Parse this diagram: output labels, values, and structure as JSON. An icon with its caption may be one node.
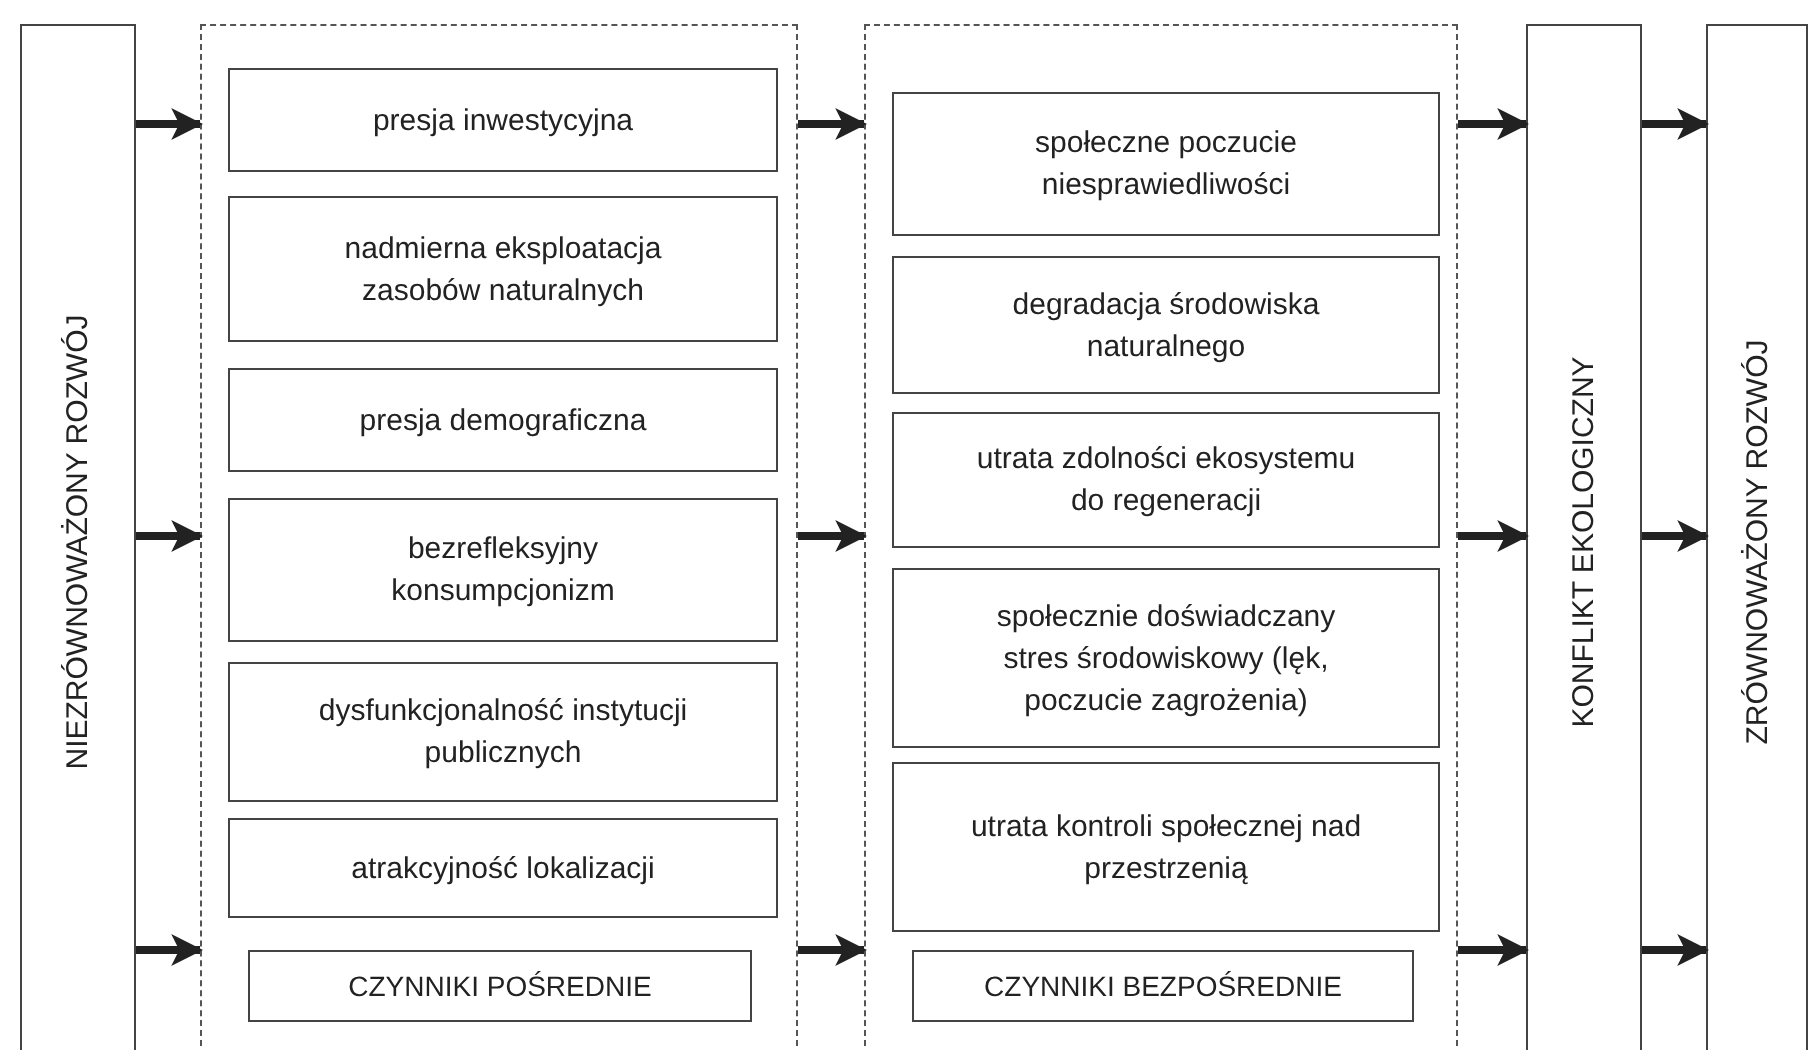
{
  "diagram": {
    "nodes": [
      {
        "text": [
          "NIEZRÓWNOWAŻONY ROZWÓJ"
        ]
      },
      {
        "text": [],
        "shape": "box"
      },
      {
        "text": [
          "presja inwestycyjna"
        ],
        "in": 1
      },
      {
        "text": [
          "nadmierna eksploatacja zasobów naturalnych"
        ],
        "in": 1
      },
      {
        "text": [
          "presja demograficzna"
        ],
        "in": 1
      },
      {
        "text": [
          "bezrefleksyjny konsumpcjonizm"
        ],
        "in": 1
      },
      {
        "text": [
          "dysfunkcjonalność instytucji publicznych"
        ],
        "in": 1
      },
      {
        "text": [
          "atrakcyjność lokalizacji"
        ],
        "in": 1
      },
      {
        "text": [
          "CZYNNIKI POŚREDNIE"
        ],
        "in": 1
      },
      {
        "text": [],
        "shape": "box"
      },
      {
        "text": [
          "społeczne poczucie niesprawiedliwości"
        ],
        "in": 9
      },
      {
        "text": [
          "degradacja środowiska naturalnego"
        ],
        "in": 9
      },
      {
        "text": [
          "utrata zdolności ekosystemu do regeneracji"
        ],
        "in": 9
      },
      {
        "text": [
          "społecznie doświadczany stres środowiskowy (lęk, poczucie zagrożenia)"
        ],
        "in": 9
      },
      {
        "text": [
          "utrata kontroli społecznej nad przestrzenią"
        ],
        "in": 9
      },
      {
        "text": [
          "CZYNNIKI BEZPOŚREDNIE"
        ],
        "in": 9
      },
      {
        "text": [
          "KONFLIKT EKOLOGICZNY"
        ]
      },
      {
        "text": [
          "ZRÓWNOWAŻONY ROZWÓJ"
        ]
      }
    ],
    "edges": [
      {
        "from": 0,
        "to": 1,
        "arrow": "to"
      },
      {
        "from": 0,
        "to": 1,
        "arrow": "to"
      },
      {
        "from": 0,
        "to": 1,
        "arrow": "to"
      },
      {
        "from": 1,
        "to": 9,
        "arrow": "to"
      },
      {
        "from": 1,
        "to": 9,
        "arrow": "to"
      },
      {
        "from": 1,
        "to": 9,
        "arrow": "to"
      },
      {
        "from": 9,
        "to": 16,
        "arrow": "to"
      },
      {
        "from": 9,
        "to": 16,
        "arrow": "to"
      },
      {
        "from": 9,
        "to": 16,
        "arrow": "to"
      },
      {
        "from": 16,
        "to": 17,
        "arrow": "to"
      },
      {
        "from": 16,
        "to": 17,
        "arrow": "to"
      },
      {
        "from": 16,
        "to": 17,
        "arrow": "to"
      }
    ]
  }
}
